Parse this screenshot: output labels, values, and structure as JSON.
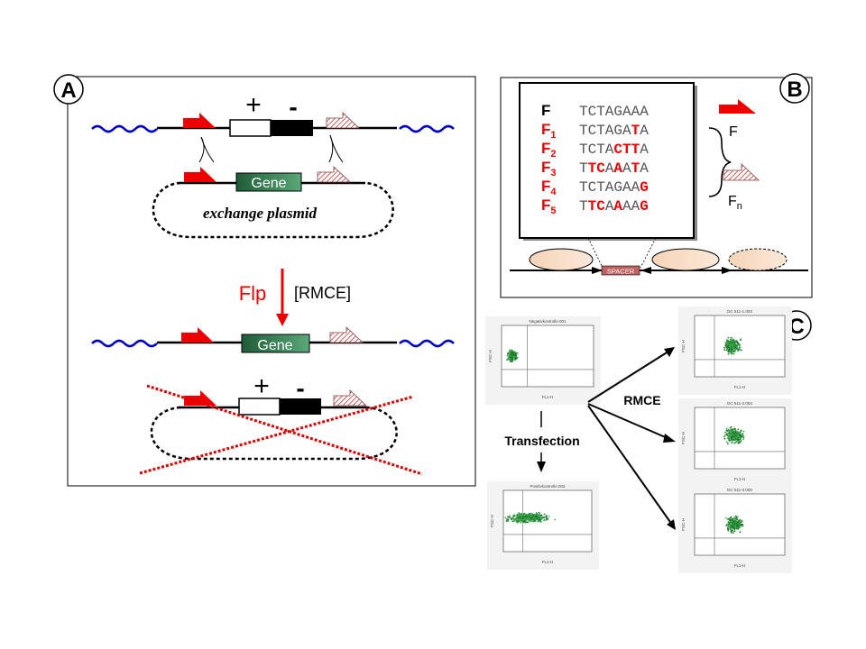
{
  "panel_labels": {
    "a": "A",
    "b": "B",
    "c": "C"
  },
  "panel_a": {
    "plus": "+",
    "minus": "-",
    "gene": "Gene",
    "plasmid_label": "exchange plasmid",
    "enzyme": "Flp",
    "reaction": "[RMCE]"
  },
  "panel_b": {
    "spacer_label": "SPACER",
    "legend_f": "F",
    "legend_fn": "F",
    "legend_fn_sub": "n",
    "sites": [
      {
        "name": "F",
        "sub": "",
        "seq": [
          [
            "TCTAGAAA",
            "n"
          ]
        ]
      },
      {
        "name": "F",
        "sub": "1",
        "seq": [
          [
            "TCTAGA",
            "n"
          ],
          [
            "T",
            "r"
          ],
          [
            "A",
            "n"
          ]
        ]
      },
      {
        "name": "F",
        "sub": "2",
        "seq": [
          [
            "TCTA",
            "n"
          ],
          [
            "CTT",
            "r"
          ],
          [
            "A",
            "n"
          ]
        ]
      },
      {
        "name": "F",
        "sub": "3",
        "seq": [
          [
            "T",
            "n"
          ],
          [
            "TC",
            "r"
          ],
          [
            "A",
            "n"
          ],
          [
            "A",
            "r"
          ],
          [
            "A",
            "n"
          ],
          [
            "T",
            "r"
          ],
          [
            "A",
            "n"
          ]
        ]
      },
      {
        "name": "F",
        "sub": "4",
        "seq": [
          [
            "TCTAGAA",
            "n"
          ],
          [
            "G",
            "r"
          ]
        ]
      },
      {
        "name": "F",
        "sub": "5",
        "seq": [
          [
            "T",
            "n"
          ],
          [
            "TC",
            "r"
          ],
          [
            "A",
            "n"
          ],
          [
            "A",
            "r"
          ],
          [
            "AA",
            "n"
          ],
          [
            "G",
            "r"
          ]
        ]
      }
    ]
  },
  "panel_c": {
    "transfection": "Transfection",
    "rmce": "RMCE",
    "axis_x": "FL1-H",
    "axis_y": "FSC-H",
    "plots": [
      {
        "id": "p1",
        "title": "Negativkontrolle.001"
      },
      {
        "id": "p2",
        "title": "Positivkontrolle.002"
      },
      {
        "id": "p3",
        "title": "DC 511-1.003"
      },
      {
        "id": "p4",
        "title": "DC 511-2.004"
      },
      {
        "id": "p5",
        "title": "DC 511-3.005"
      }
    ]
  },
  "colors": {
    "red": "#ee0000",
    "blue": "#0000cc",
    "gene_green": "#2e7d4a",
    "dot_green": "#1a7a2a"
  }
}
